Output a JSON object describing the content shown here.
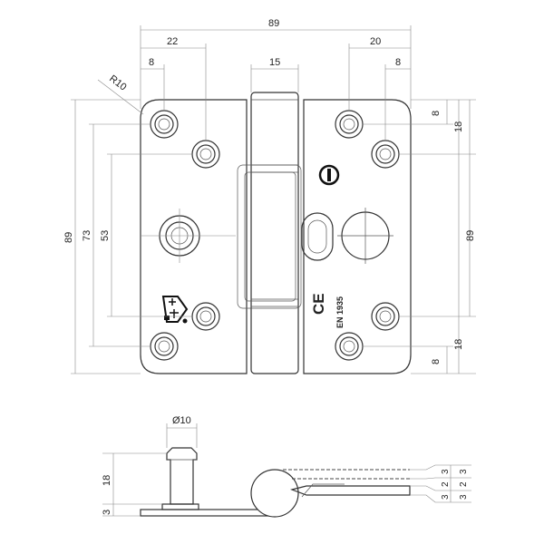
{
  "dimensions": {
    "overall_width": "89",
    "left_leaf_hole2_x": "22",
    "left_leaf_hole1_x": "8",
    "knuckle_width": "15",
    "right_leaf_hole2_x": "20",
    "right_leaf_hole1_x": "8",
    "corner_radius": "R10",
    "right_top_hole_y": "8",
    "right_second_hole_y": "18",
    "overall_height_left": "89",
    "hole_spacing_73": "73",
    "hole_spacing_53": "53",
    "overall_height_right": "89",
    "right_bottom_second_y": "18",
    "right_bottom_hole_y": "8",
    "pin_diameter": "Ø10",
    "pin_height": "18",
    "plate_thickness": "3",
    "side_dim_a": "3",
    "side_dim_b": "2",
    "side_dim_c": "3"
  },
  "markings": {
    "ce_mark": "CE",
    "standard": "EN 1935"
  },
  "icons": {
    "certification_symbol": "certification-mark-icon",
    "screw_symbol": "screw-head-icon"
  }
}
